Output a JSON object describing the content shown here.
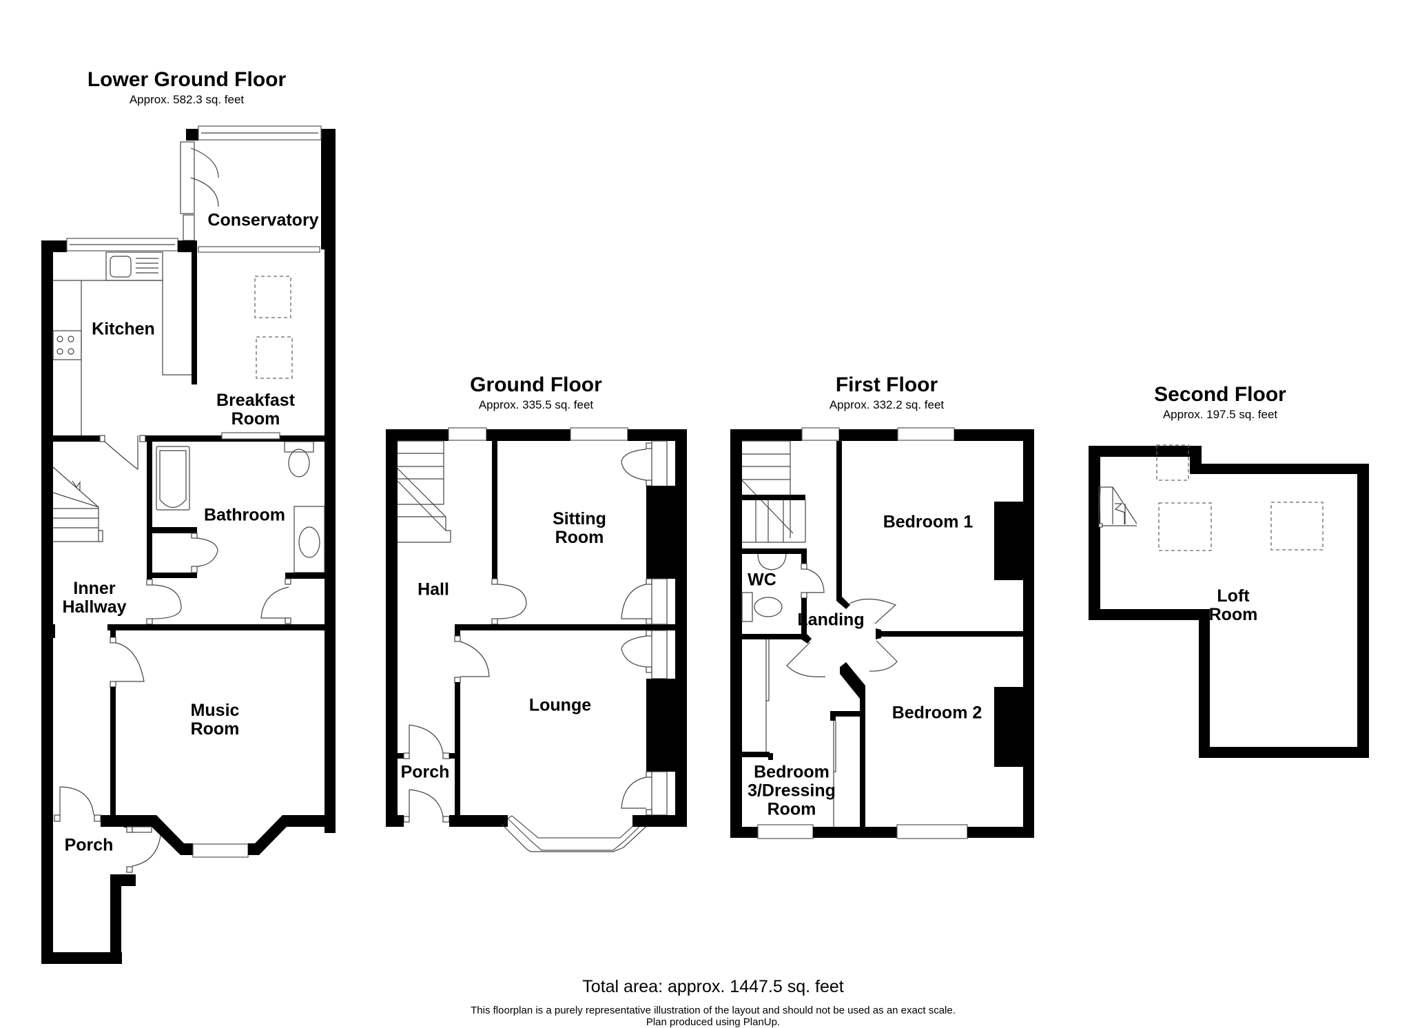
{
  "floors": [
    {
      "id": "lower-ground",
      "title": "Lower Ground Floor",
      "area": "Approx. 582.3 sq. feet",
      "rooms": [
        "Conservatory",
        "Kitchen",
        "Breakfast\nRoom",
        "Bathroom",
        "Inner\nHallway",
        "Music\nRoom",
        "Porch"
      ]
    },
    {
      "id": "ground",
      "title": "Ground Floor",
      "area": "Approx. 335.5 sq. feet",
      "rooms": [
        "Sitting\nRoom",
        "Hall",
        "Lounge",
        "Porch"
      ]
    },
    {
      "id": "first",
      "title": "First Floor",
      "area": "Approx. 332.2 sq. feet",
      "rooms": [
        "Bedroom 1",
        "WC",
        "Landing",
        "Bedroom 2",
        "Bedroom\n3/Dressing\nRoom"
      ]
    },
    {
      "id": "second",
      "title": "Second Floor",
      "area": "Approx. 197.5 sq. feet",
      "rooms": [
        "Loft\nRoom"
      ]
    }
  ],
  "footer": {
    "total_area": "Total area: approx. 1447.5 sq. feet",
    "disclaimer": "This floorplan is a purely representative illustration of the layout and should not be used as an exact scale.",
    "produced_by": "Plan produced using PlanUp."
  }
}
